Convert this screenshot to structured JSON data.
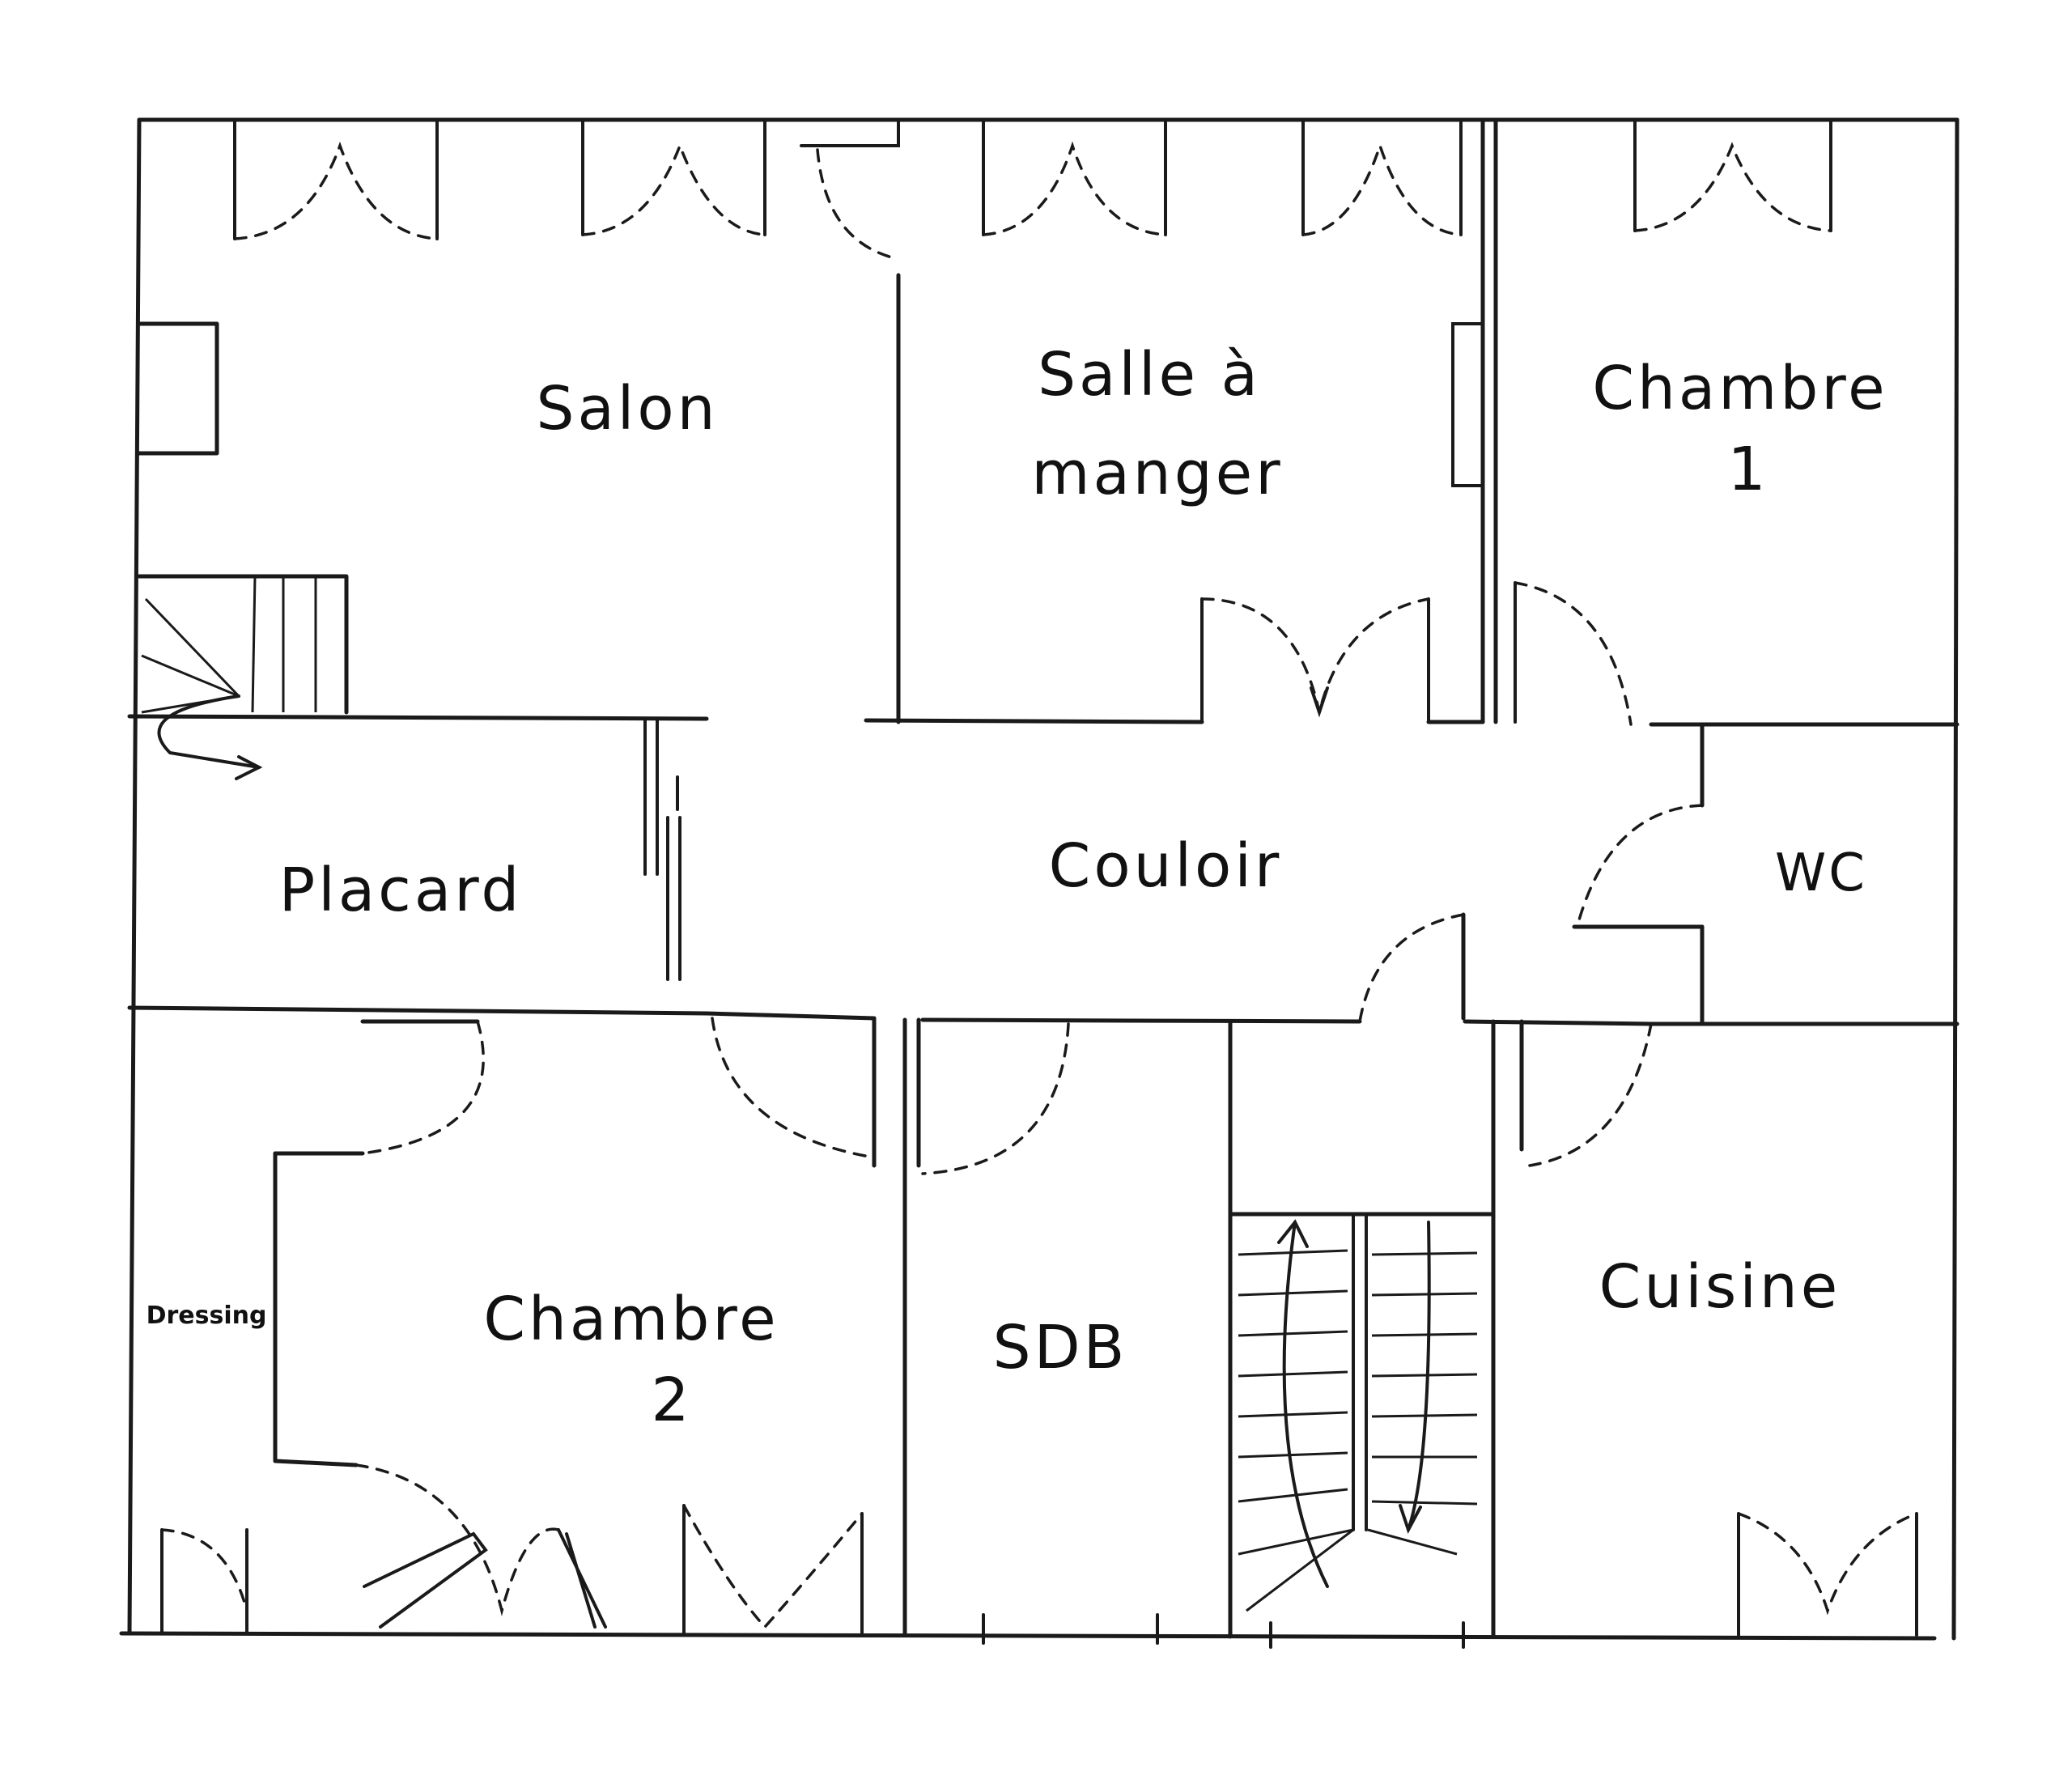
{
  "rooms": {
    "salon": "Salon",
    "salle_line1": "Salle à",
    "salle_line2": "manger",
    "chambre1_line1": "Chambre",
    "chambre1_line2": "1",
    "placard": "Placard",
    "couloir": "Couloir",
    "wc": "WC",
    "dressing": "Dressing",
    "chambre2_line1": "Chambre",
    "chambre2_line2": "2",
    "sdb": "SDB",
    "cuisine": "Cuisine"
  },
  "colors": {
    "ink": "#1a1a1a",
    "paper": "#ffffff"
  }
}
